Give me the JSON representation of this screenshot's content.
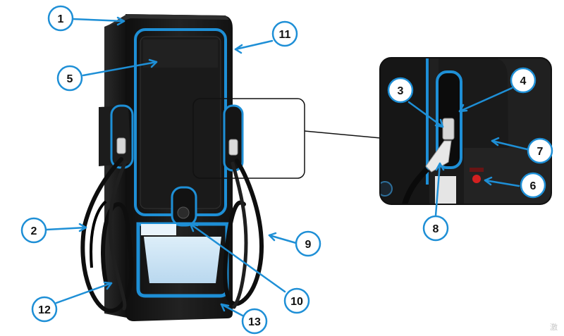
{
  "callouts": {
    "c1": "1",
    "c2": "2",
    "c3": "3",
    "c4": "4",
    "c5": "5",
    "c6": "6",
    "c7": "7",
    "c8": "8",
    "c9": "9",
    "c10": "10",
    "c11": "11",
    "c12": "12",
    "c13": "13"
  },
  "watermark": "激",
  "colors": {
    "accent_blue": "#1e8fd6",
    "led_blue": "#3aa7e6",
    "body_black": "#1b1b1b",
    "callout_fill": "#ffffff"
  }
}
